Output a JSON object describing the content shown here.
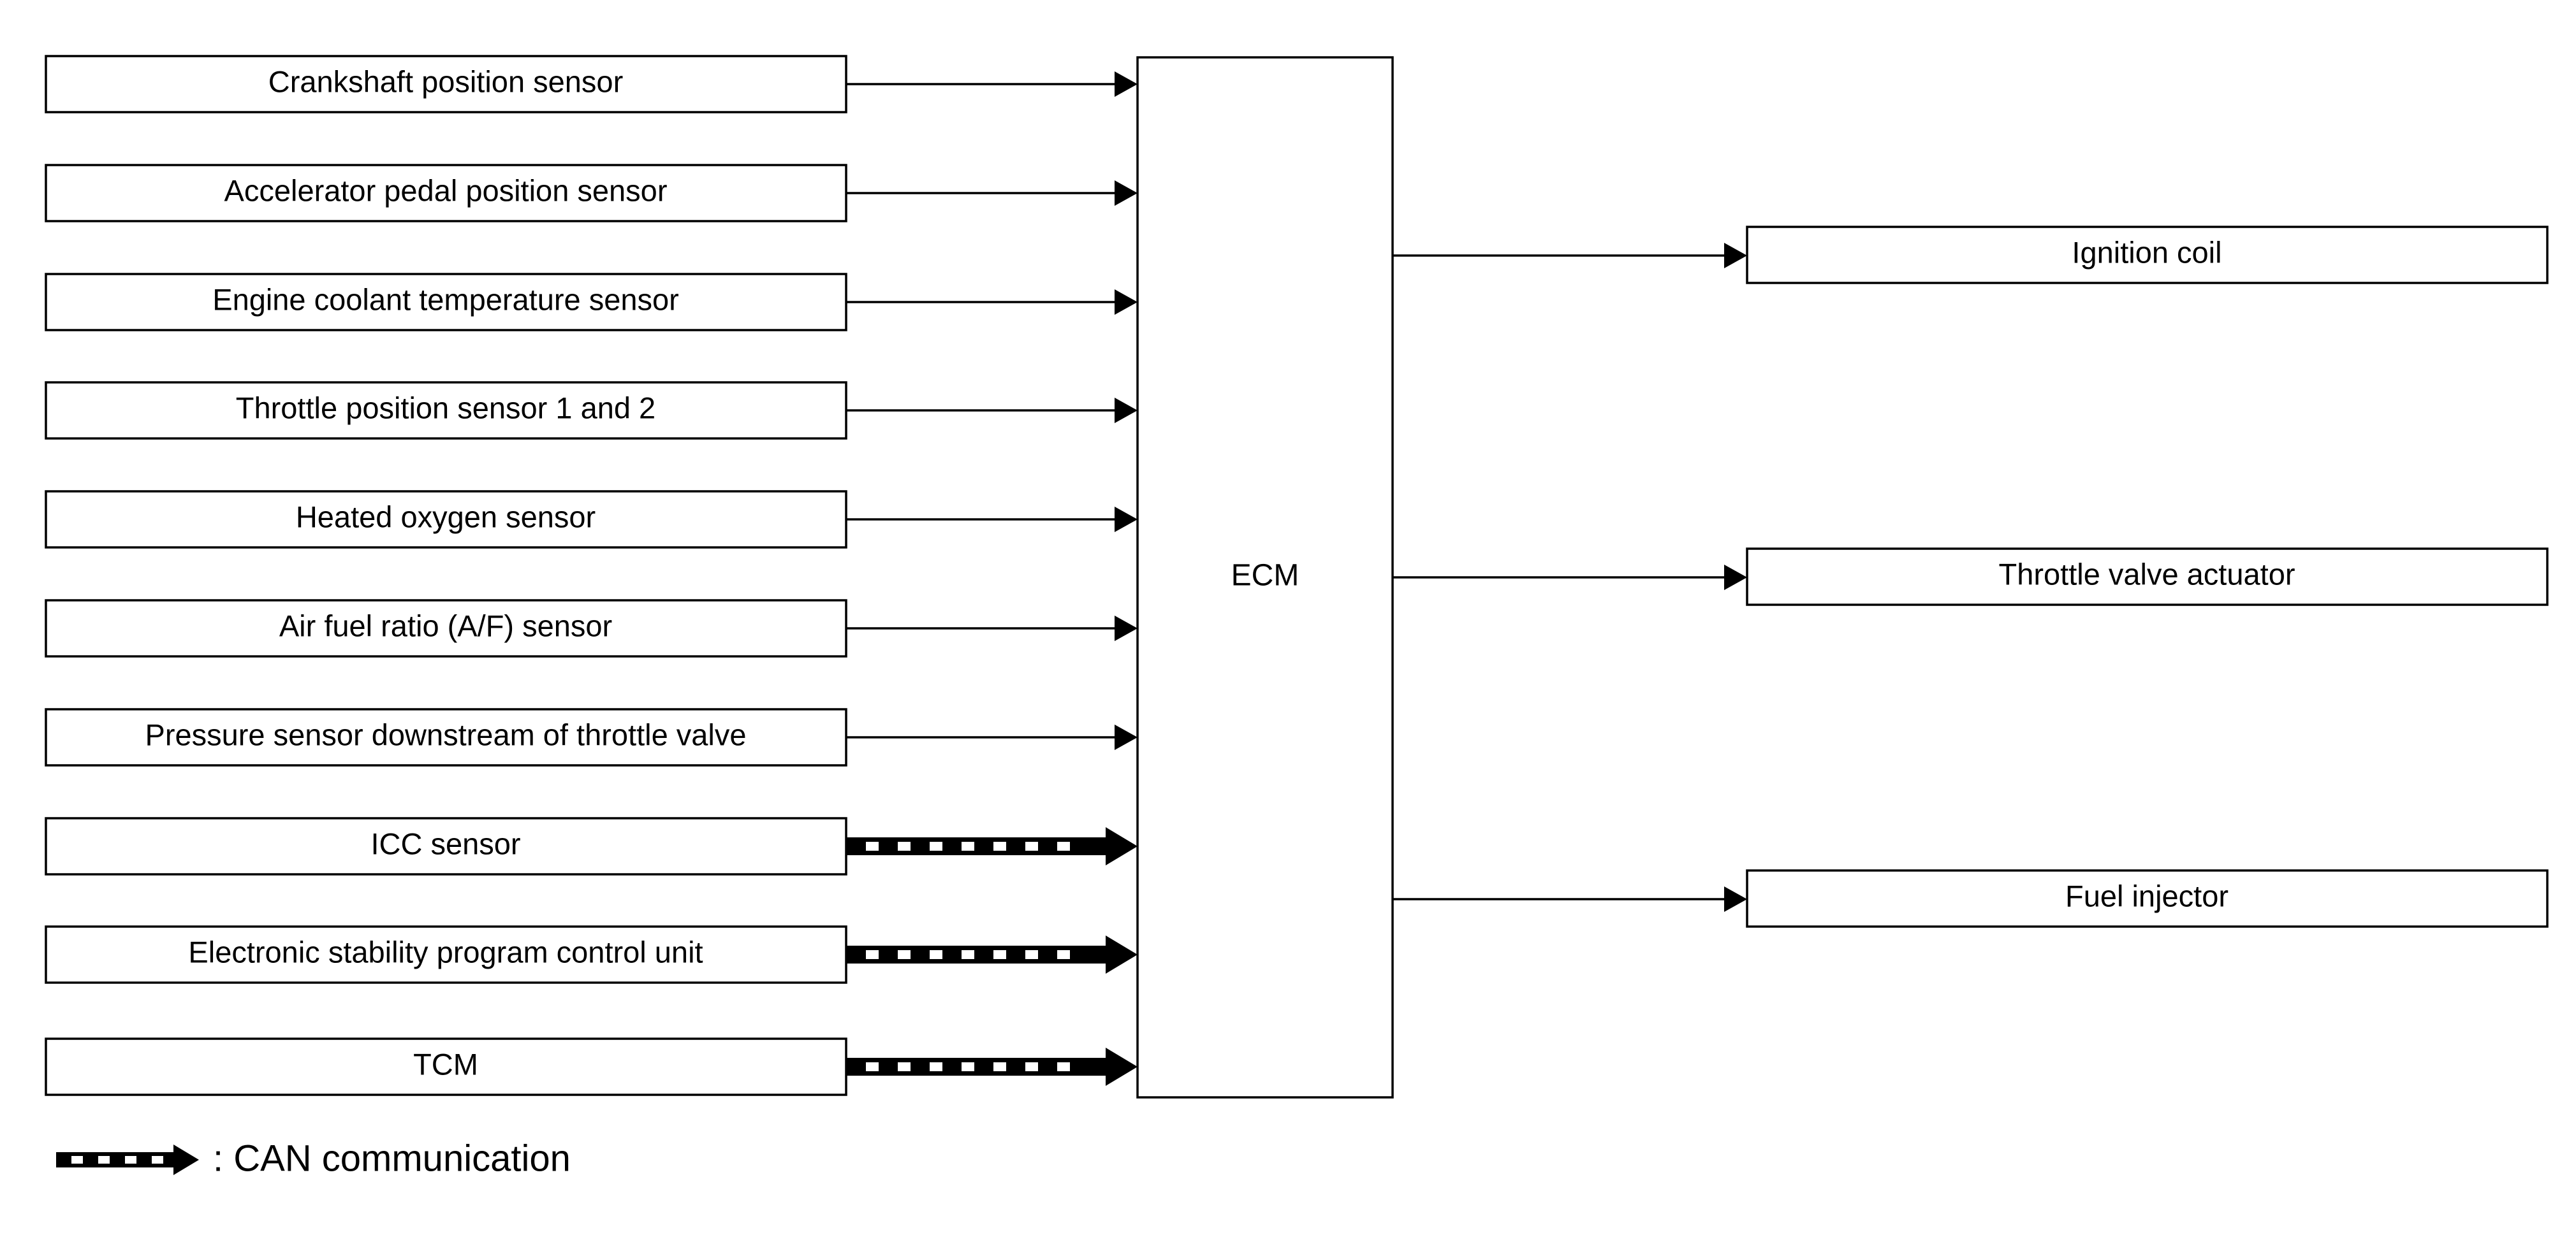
{
  "inputs": [
    {
      "label": "Crankshaft position sensor",
      "signal": "hardwire"
    },
    {
      "label": "Accelerator pedal position sensor",
      "signal": "hardwire"
    },
    {
      "label": "Engine coolant temperature sensor",
      "signal": "hardwire"
    },
    {
      "label": "Throttle position sensor 1 and 2",
      "signal": "hardwire"
    },
    {
      "label": "Heated oxygen sensor",
      "signal": "hardwire"
    },
    {
      "label": "Air fuel ratio (A/F) sensor",
      "signal": "hardwire"
    },
    {
      "label": "Pressure sensor downstream of throttle valve",
      "signal": "hardwire"
    },
    {
      "label": "ICC sensor",
      "signal": "can"
    },
    {
      "label": "Electronic stability program control unit",
      "signal": "can"
    },
    {
      "label": "TCM",
      "signal": "can"
    }
  ],
  "controller": {
    "label": "ECM"
  },
  "outputs": [
    {
      "label": "Ignition coil"
    },
    {
      "label": "Throttle valve actuator"
    },
    {
      "label": "Fuel injector"
    }
  ],
  "legend": {
    "label": ": CAN communication"
  }
}
